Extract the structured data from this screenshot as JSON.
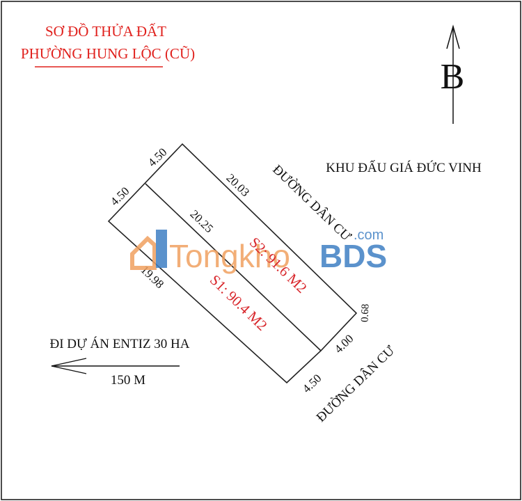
{
  "title": {
    "line1": "SƠ ĐỒ THỬA ĐẤT",
    "line2": "PHƯỜNG HUNG LỘC (CŨ)",
    "color": "#e0201c"
  },
  "compass": {
    "label": "B"
  },
  "area_label": "KHU ĐẤU GIÁ ĐỨC VINH",
  "roads": {
    "right": "ĐƯỜNG DÂN CƯ",
    "bottom": "ĐƯỜNG DÂN CƯ"
  },
  "direction": {
    "label": "ĐI DỰ ÁN ENTIZ 30 HA",
    "distance": "150 M"
  },
  "plots": {
    "s1_label": "S1: 90.4 M2",
    "s2_label": "S2: 91.6 M2",
    "color": "#d8262b"
  },
  "dimensions": {
    "top_edge": "4.50",
    "left_edge": "4.50",
    "s2_long": "20.03",
    "divider": "20.25",
    "s1_long": "19.98",
    "right_small": "0.68",
    "right_front": "4.00",
    "bottom_front": "4.50"
  },
  "watermark": {
    "brand_a": "Tongkho",
    "brand_b": "BDS",
    "suffix": ".com",
    "color_a": "#f0a060",
    "color_b": "#3f7fc4"
  }
}
